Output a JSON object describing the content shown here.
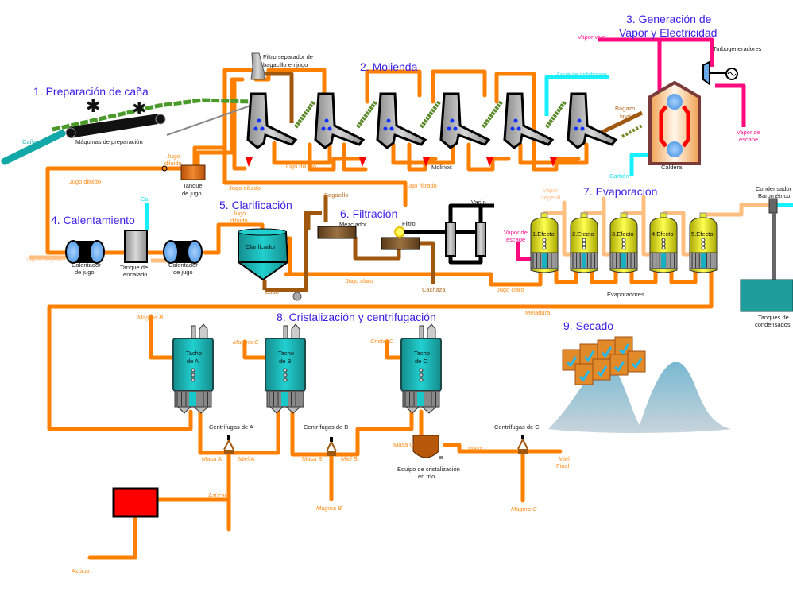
{
  "title": "Proceso de producción de azúcar de caña",
  "colors": {
    "section_title": "#3b1ee6",
    "juice_pipe": "#ff8000",
    "bagasse_pipe": "#a0580e",
    "steam_pipe": "#ff0a7e",
    "water_pipe": "#19f0ff",
    "vegetal_vapor_pipe": "#ffbf80",
    "vessel_teal": "#1fb5b5",
    "evaporator_yellow": "#e8e830",
    "dryer_red": "#ff0000"
  },
  "sections": {
    "s1": "1. Preparación de caña",
    "s2": "2. Molienda",
    "s3_line1": "3. Generación de",
    "s3_line2": "Vapor y Electricidad",
    "s4": "4. Calentamiento",
    "s5": "5. Clarificación",
    "s6": "6. Filtración",
    "s7": "7. Evaporación",
    "s8": "8. Cristalización y centrifugación",
    "s9": "9. Secado"
  },
  "equipment": {
    "prep_machines": "Máquinas de preparación",
    "filter_sep_1": "Filtro separador de",
    "filter_sep_2": "bagacillo en jugo",
    "mills": "Molinos",
    "juice_tank_1": "Tanque",
    "juice_tank_2": "de jugo",
    "turbogenerators": "Turbogeneradores",
    "boiler": "Caldera",
    "heater_1a": "Calentador",
    "heater_1b": "de jugo",
    "liming_tank_1": "Tanque de",
    "liming_tank_2": "encalado",
    "heater_2a": "Calentador",
    "heater_2b": "de jugo",
    "clarifier": "Clarificador",
    "mixer": "Mezclador",
    "filter": "Filtro",
    "vacuum": "Vacío",
    "evaporators": "Evaporadores",
    "effects": [
      "1.Efecto",
      "2.Efecto",
      "3.Efecto",
      "4.Efecto",
      "5.Efecto"
    ],
    "condenser_1": "Condensador",
    "condenser_2": "Barométrico",
    "cond_tanks_1": "Tanques de",
    "cond_tanks_2": "condensados",
    "pan_a_1": "Tacho",
    "pan_a_2": "de A",
    "pan_b_1": "Tacho",
    "pan_b_2": "de B",
    "pan_c_1": "Tacho",
    "pan_c_2": "de C",
    "centrifuges_a": "Centrífugas de A",
    "centrifuges_b": "Centrífugas de B",
    "centrifuges_c": "Centrífugas de C",
    "cold_cryst_1": "Equipo de cristalización",
    "cold_cryst_2": "en frío"
  },
  "streams": {
    "cane": "Caña",
    "diluted_juice": "Jugo diluido",
    "diluted_juice_a": "Jugo",
    "diluted_juice_b": "diluido",
    "filtered_juice": "Jugo filtrado",
    "bagacillo": "Bagacillo",
    "imbibition_water": "Agua de imbibición",
    "final_bagasse_1": "Bagazo",
    "final_bagasse_2": "final",
    "live_steam": "Vapor vivo",
    "exhaust_steam_1": "Vapor de",
    "exhaust_steam_2": "escape",
    "coal": "Carbón",
    "lime": "Cal",
    "vegetal_vapor": "Vapor vegetal",
    "vegetal_vapor_1": "Vapor",
    "vegetal_vapor_2": "vegetal",
    "clear_juice": "Jugo claro",
    "mud": "Lodo",
    "cachaza": "Cachaza",
    "meladura": "Meladura",
    "magma_b": "Magma B",
    "magma_c": "Magma C",
    "crystal_c": "Cristal C",
    "massecuite_a": "Masa A",
    "molasses_a": "Miel A",
    "massecuite_b": "Masa B",
    "molasses_b": "Miel B",
    "massecuite_c": "Masa C",
    "final_molasses_1": "Miel",
    "final_molasses_2": "Final",
    "sugar": "Azúcar"
  }
}
